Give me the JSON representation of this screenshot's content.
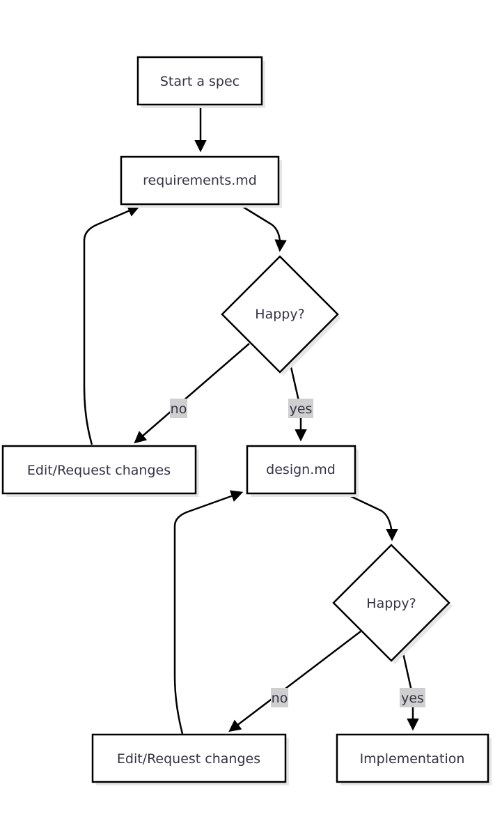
{
  "diagram": {
    "type": "flowchart",
    "nodes": {
      "start": {
        "label": "Start a spec",
        "shape": "rect"
      },
      "requirements": {
        "label": "requirements.md",
        "shape": "rect"
      },
      "happy1": {
        "label": "Happy?",
        "shape": "diamond"
      },
      "edit1": {
        "label": "Edit/Request changes",
        "shape": "rect"
      },
      "design": {
        "label": "design.md",
        "shape": "rect"
      },
      "happy2": {
        "label": "Happy?",
        "shape": "diamond"
      },
      "edit2": {
        "label": "Edit/Request changes",
        "shape": "rect"
      },
      "implementation": {
        "label": "Implementation",
        "shape": "rect"
      }
    },
    "edges": [
      {
        "from": "start",
        "to": "requirements",
        "label": ""
      },
      {
        "from": "requirements",
        "to": "happy1",
        "label": ""
      },
      {
        "from": "happy1",
        "to": "edit1",
        "label": "no"
      },
      {
        "from": "happy1",
        "to": "design",
        "label": "yes"
      },
      {
        "from": "edit1",
        "to": "requirements",
        "label": ""
      },
      {
        "from": "design",
        "to": "happy2",
        "label": ""
      },
      {
        "from": "happy2",
        "to": "edit2",
        "label": "no"
      },
      {
        "from": "happy2",
        "to": "implementation",
        "label": "yes"
      },
      {
        "from": "edit2",
        "to": "design",
        "label": ""
      }
    ],
    "colors": {
      "node_fill": "#ffffff",
      "stroke": "#000000",
      "text": "#333344",
      "label_background": "#cfcfcf",
      "shadow": "#e6e6e6"
    }
  }
}
